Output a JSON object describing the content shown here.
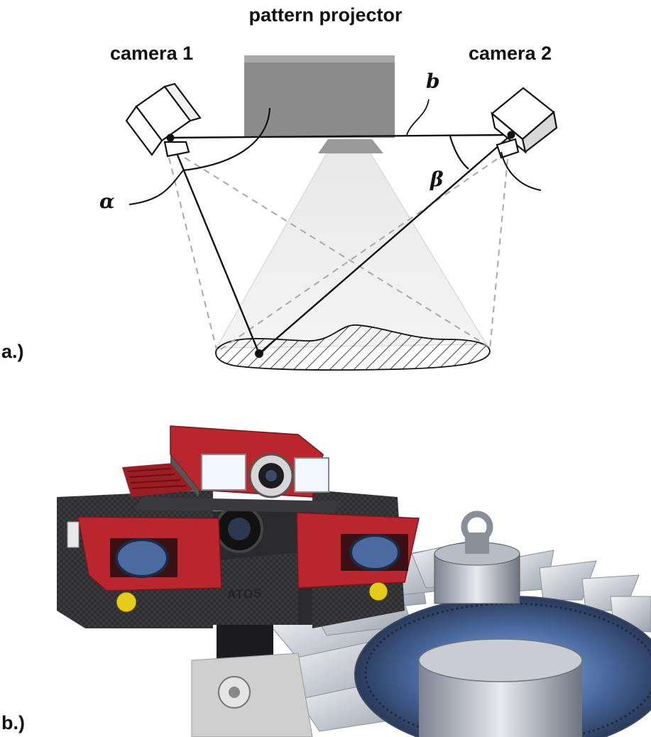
{
  "panel_a": {
    "title": "pattern projector",
    "camera1_label": "camera 1",
    "camera2_label": "camera 2",
    "baseline_symbol": "b",
    "angle1_symbol": "α",
    "angle2_symbol": "β",
    "panel_label": "a.)"
  },
  "panel_b": {
    "panel_label": "b.)",
    "brand_text": "ATOS",
    "colors": {
      "housing_red": "#b9262d",
      "carbon_dark": "#3a3a3c",
      "lens_blue": "#4a6aa0",
      "yellow_marker": "#e6cc1a"
    }
  },
  "colors": {
    "projector_gray": "#8c8c8c",
    "beam_gray": "#e4e4e4",
    "line_black": "#111111",
    "dashed_gray": "#a8a8a8"
  }
}
